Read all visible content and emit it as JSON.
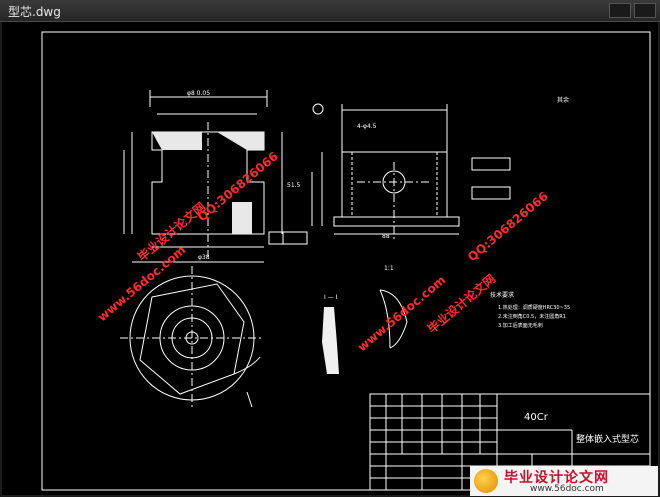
{
  "window": {
    "title": "型芯.dwg"
  },
  "drawing": {
    "material": "40Cr",
    "part_name": "整体嵌入式型芯",
    "scale_label": "1:1",
    "section_label": "I — I",
    "tech_req_title": "技术要求",
    "tech_req_lines": [
      "1.热处理：调质硬度HRC30~35",
      "2.未注倒角C0.5，未注圆角R1",
      "3.加工后表面无毛刺"
    ],
    "surface_label": "其余"
  },
  "watermarks": {
    "site": "www.56doc.com",
    "brand": "毕业设计论文网",
    "qq": "QQ:306826066"
  },
  "footer_logo": {
    "brand": "毕业设计论文网",
    "site": "www.56doc.com"
  }
}
